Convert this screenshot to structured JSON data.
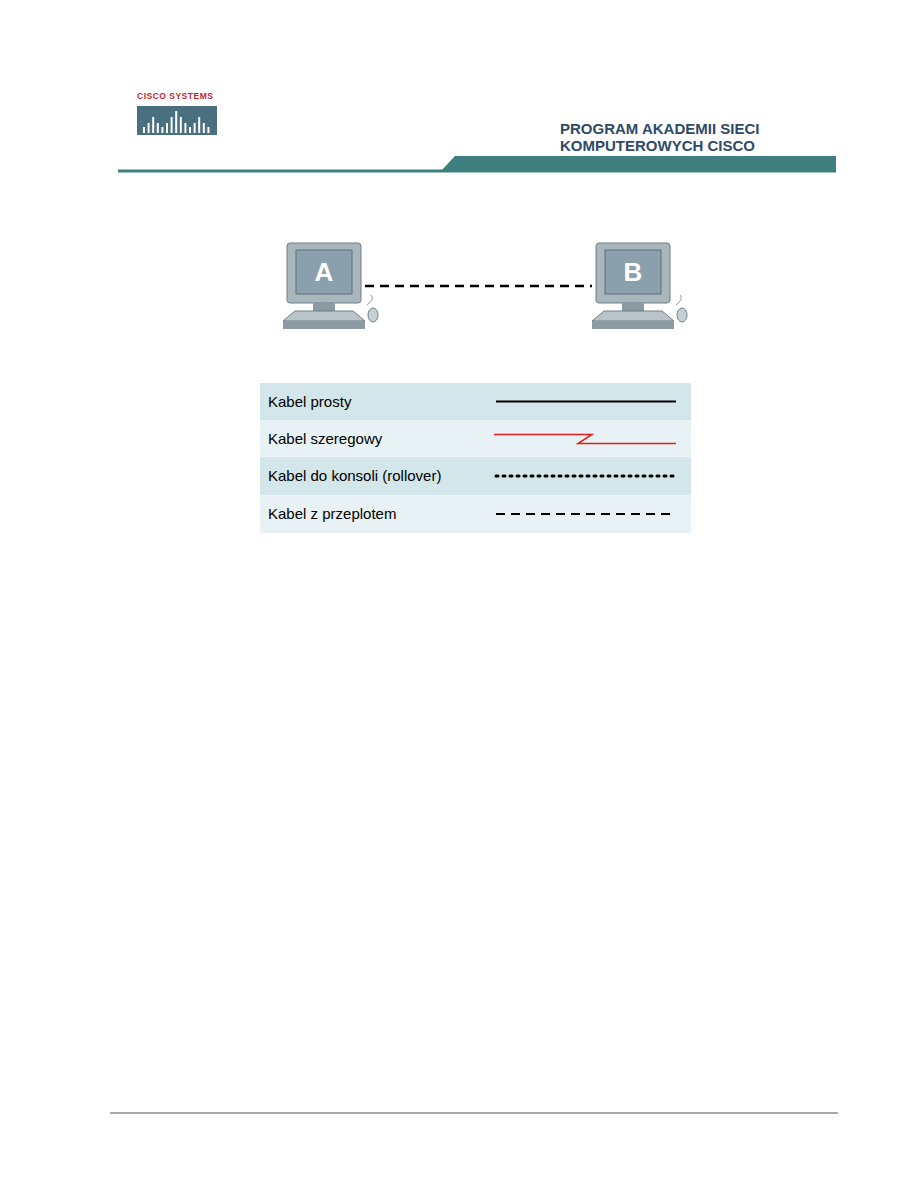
{
  "diagram": {
    "nodes": [
      {
        "text": [
          "A"
        ]
      },
      {
        "text": [
          "B"
        ]
      }
    ],
    "edges": [
      {
        "from": 0,
        "to": 1,
        "arrow": "none"
      }
    ],
    "labels": [
      "CISCO SYSTEMS",
      "PROGRAM AKADEMII SIECI KOMPUTEROWYCH CISCO"
    ],
    "legend": [
      {
        "text": "Kabel prosty"
      },
      {
        "text": "Kabel szeregowy"
      },
      {
        "text": "Kabel do konsoli (rollover)"
      },
      {
        "text": "Kabel z przeplotem"
      }
    ]
  }
}
